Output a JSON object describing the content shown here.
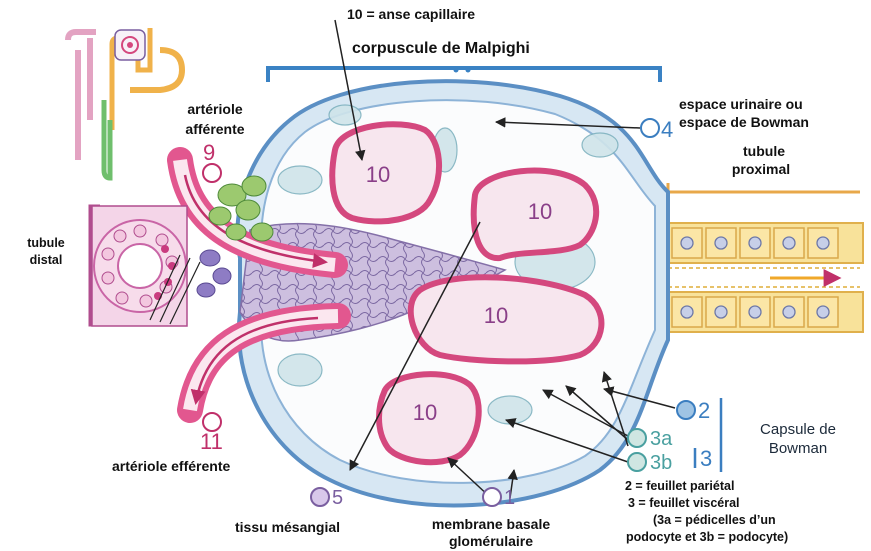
{
  "labels": {
    "anse_capillaire": "10 = anse capillaire",
    "corpuscule": "corpuscule de Malpighi",
    "espace_urinaire_1": "espace urinaire ou",
    "espace_urinaire_2": "espace de Bowman",
    "tubule_proximal_1": "tubule",
    "tubule_proximal_2": "proximal",
    "arteriole_afferente_1": "artériole",
    "arteriole_afferente_2": "afférente",
    "tubule_distal_1": "tubule",
    "tubule_distal_2": "distal",
    "arteriole_efferente": "artériole efférente",
    "tissu_mesangial": "tissu mésangial",
    "membrane_basale_1": "membrane basale",
    "membrane_basale_2": "glomérulaire",
    "capsule_1": "Capsule de",
    "capsule_2": "Bowman",
    "legend_2": "2 = feuillet pariétal",
    "legend_3": "3 = feuillet viscéral",
    "legend_3a": "(3a = pédicelles d’un",
    "legend_3b": "podocyte et 3b = podocyte)"
  },
  "markers": {
    "m1": "1",
    "m2": "2",
    "m3": "3",
    "m3a": "3a",
    "m3b": "3b",
    "m4": "4",
    "m5": "5",
    "m9": "9",
    "m10": "10",
    "m11": "11"
  },
  "colors": {
    "capsule_blue": "#5b8fc4",
    "capsule_fill": "#d7e7f3",
    "space_fill": "#fbfcfd",
    "loop_pink": "#d4487e",
    "loop_fill": "#f7e6ee",
    "mesangium": "#b9a9cf",
    "arteriole_pink": "#e2578f",
    "tubule_yellow": "#f4d46a",
    "tubule_distal": "#c965a6",
    "green_cells": "#9cc96f",
    "number_purple": "#8a3f88",
    "marker_blue": "#3b7ec0"
  },
  "icons": [
    "nephron-icon"
  ]
}
